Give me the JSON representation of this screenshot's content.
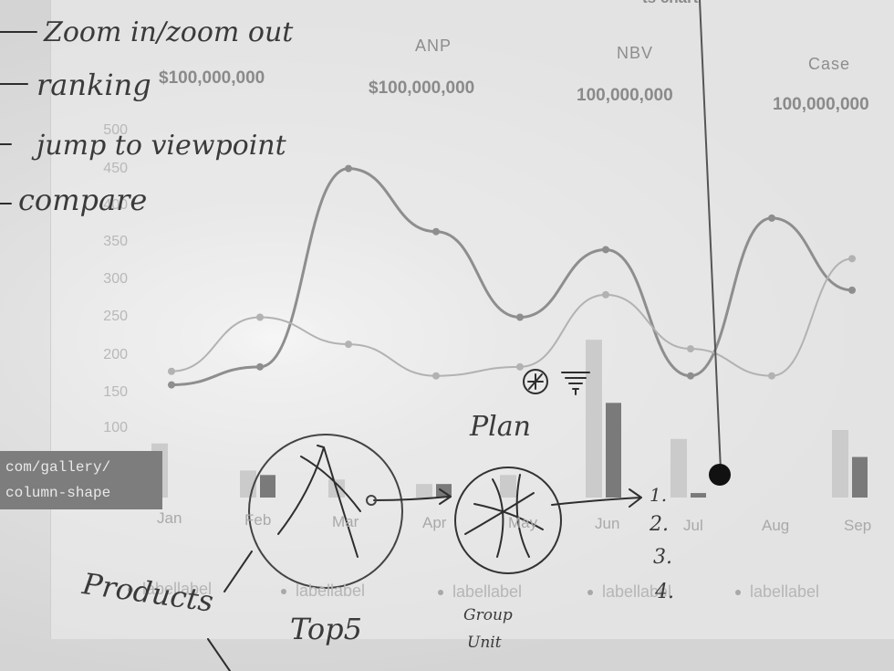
{
  "handwritten_notes": {
    "list": [
      "Zoom in/zoom out",
      "ranking",
      "jump to viewpoint",
      "compare"
    ],
    "plan": "Plan",
    "products": "Products",
    "top5": "Top5",
    "group_unit_1": "Group",
    "group_unit_2": "Unit",
    "numbered": [
      "1.",
      "2.",
      "3.",
      "4."
    ]
  },
  "kpis": [
    {
      "label": "",
      "value": "$100,000,000"
    },
    {
      "label": "ANP",
      "value": "$100,000,000"
    },
    {
      "label": "NBV",
      "value": "100,000,000"
    },
    {
      "label": "Case",
      "value": "100,000,000"
    }
  ],
  "top_title_fragment": "ts chart",
  "url_tag": {
    "line1": "com/gallery/",
    "line2": "column-shape"
  },
  "chart_data": {
    "type": "line",
    "categories": [
      "Jan",
      "Feb",
      "Mar",
      "Apr",
      "May",
      "Jun",
      "Jul",
      "Aug",
      "Sep"
    ],
    "y_ticks": [
      500,
      450,
      400,
      350,
      300,
      250,
      200,
      150,
      100
    ],
    "ylim": [
      100,
      500
    ],
    "series": [
      {
        "values": [
          225,
          245,
          465,
          395,
          300,
          375,
          235,
          410,
          330
        ]
      },
      {
        "values": [
          240,
          300,
          270,
          235,
          245,
          325,
          265,
          235,
          365
        ]
      }
    ],
    "bars_light": [
      160,
      130,
      120,
      115,
      125,
      275,
      165,
      0,
      175
    ],
    "bars_dark": [
      100,
      125,
      60,
      115,
      85,
      205,
      105,
      70,
      145
    ]
  },
  "legend_items": [
    "labellabel",
    "labellabel",
    "labellabel",
    "labellabel",
    "labellabel"
  ]
}
